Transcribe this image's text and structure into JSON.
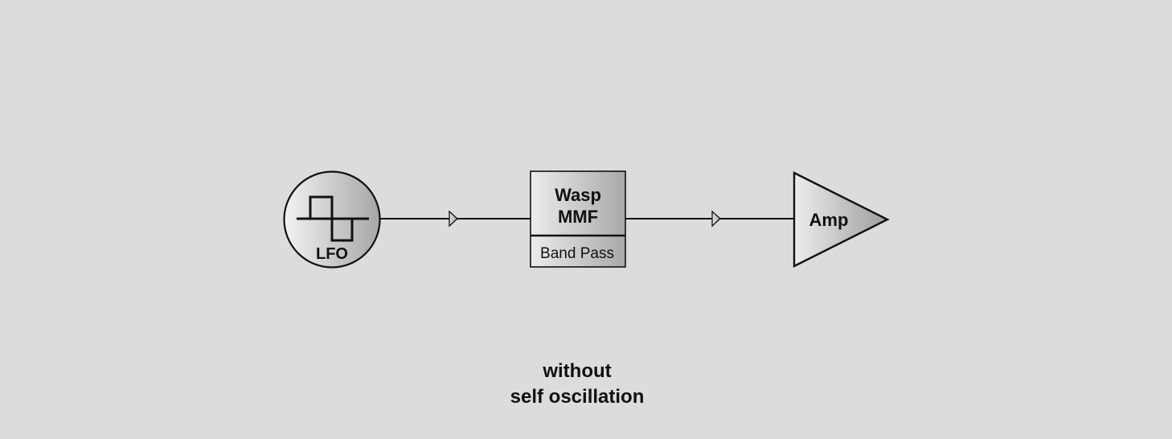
{
  "diagram": {
    "lfo": {
      "label": "LFO",
      "icon": "square-wave-icon"
    },
    "filter": {
      "title_line1": "Wasp",
      "title_line2": "MMF",
      "mode": "Band Pass"
    },
    "amp": {
      "label": "Amp"
    },
    "caption": {
      "line1": "without",
      "line2": "self oscillation"
    }
  },
  "colors": {
    "background": "#dcdcdc",
    "stroke": "#111111",
    "fill_light": "#efefef",
    "fill_dark": "#a8a8a8"
  }
}
